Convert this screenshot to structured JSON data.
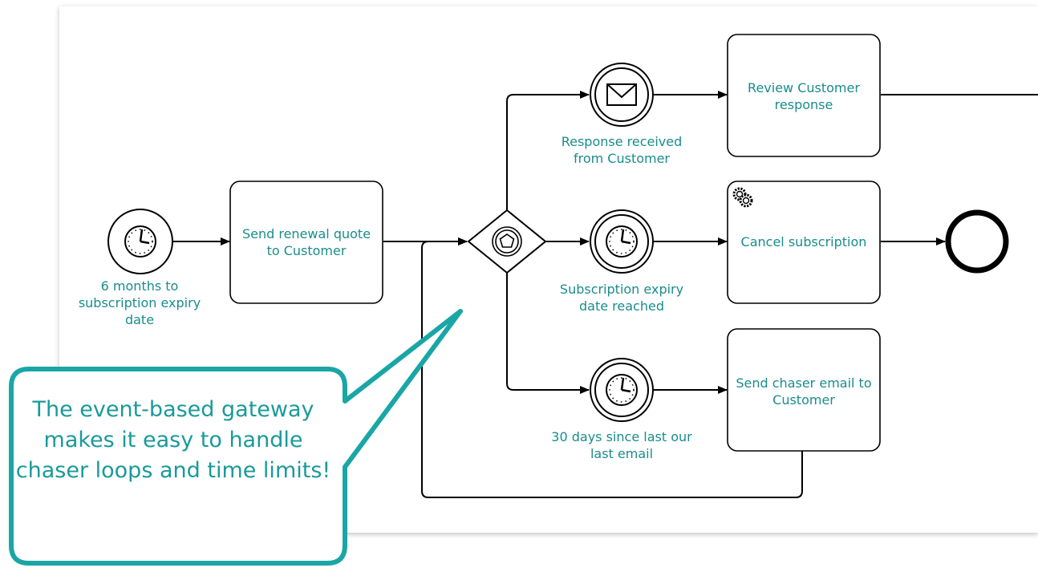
{
  "events": {
    "start_timer": "6 months to subscription expiry date",
    "message_catch": "Response received from Customer",
    "expiry_timer": "Subscription expiry date reached",
    "chaser_timer": "30 days since last our last email"
  },
  "tasks": {
    "send_quote": "Send renewal quote to Customer",
    "review_response": "Review Customer response",
    "cancel_subscription": "Cancel subscription",
    "send_chaser": "Send chaser email to Customer"
  },
  "callout": {
    "text": "The event-based gateway makes it easy to handle chaser loops and time limits!"
  },
  "colors": {
    "label": "#1a8c8c",
    "callout_border": "#1aa6a6",
    "stroke": "#000000"
  }
}
